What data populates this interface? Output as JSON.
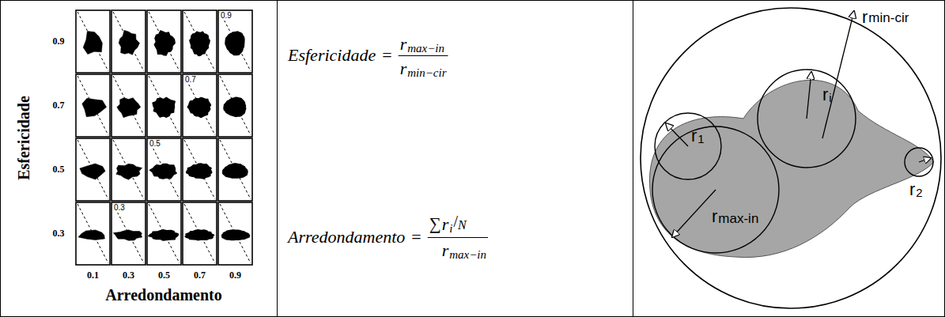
{
  "diagram": {
    "labels": [
      "Esfericidade",
      "0.9",
      "0.7",
      "0.5",
      "0.3",
      "0.9",
      "0.7",
      "0.5",
      "0.3",
      "0.1",
      "0.3",
      "0.5",
      "0.7",
      "0.9",
      "Arredondamento",
      "Esfericidade",
      "=",
      "r",
      "max−in",
      "r",
      "min−cir",
      "Arredondamento",
      "=",
      "∑",
      "r",
      "i",
      "/",
      "N",
      "r",
      "max−in",
      "r",
      "min-cir",
      "r",
      "i",
      "r",
      "1",
      "r",
      "max-in",
      "r",
      "2"
    ]
  }
}
